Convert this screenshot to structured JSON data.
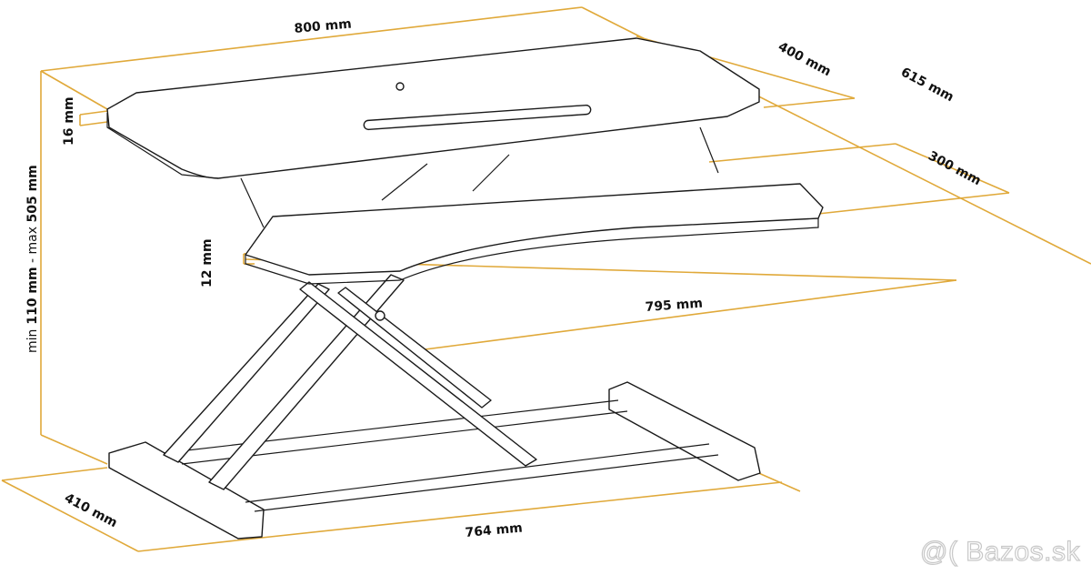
{
  "diagram": {
    "type": "dimension-drawing",
    "subject": "standing desk converter",
    "accent_color": "#e0a93a",
    "line_color": "#1a1a1a",
    "dimensions": {
      "top_width": "800 mm",
      "top_depth": "400 mm",
      "total_depth": "615 mm",
      "keyboard_depth": "300 mm",
      "keyboard_width": "795 mm",
      "top_thickness": "16 mm",
      "keyboard_thickness": "12 mm",
      "height_min_prefix": "min",
      "height_min": "110 mm",
      "height_sep": " - max ",
      "height_max": "505 mm",
      "base_depth": "410 mm",
      "base_width": "764 mm"
    }
  },
  "watermark": {
    "text": "@( Bazos.sk"
  }
}
